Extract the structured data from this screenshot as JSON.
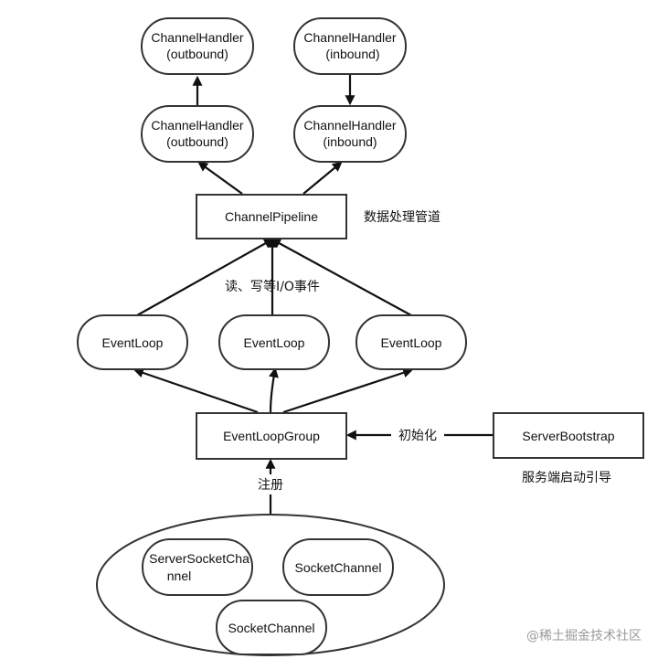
{
  "nodes": {
    "handler_out_top": {
      "line1": "ChannelHandler",
      "line2": "(outbound)"
    },
    "handler_in_top": {
      "line1": "ChannelHandler",
      "line2": "(inbound)"
    },
    "handler_out_mid": {
      "line1": "ChannelHandler",
      "line2": "(outbound)"
    },
    "handler_in_mid": {
      "line1": "ChannelHandler",
      "line2": "(inbound)"
    },
    "pipeline": "ChannelPipeline",
    "eventloop_left": "EventLoop",
    "eventloop_mid": "EventLoop",
    "eventloop_right": "EventLoop",
    "eventloopgroup": "EventLoopGroup",
    "serverbootstrap": "ServerBootstrap",
    "server_socket_channel": {
      "line1": "ServerSocketCha",
      "line2": "nnel"
    },
    "socket_channel_right": "SocketChannel",
    "socket_channel_bottom": "SocketChannel"
  },
  "annotations": {
    "pipeline_note": "数据处理管道",
    "io_events": "读、写等I/O事件",
    "bootstrap_note": "服务端启动引导",
    "init_edge": "初始化",
    "register_edge": "注册"
  },
  "watermark": "@稀土掘金技术社区"
}
